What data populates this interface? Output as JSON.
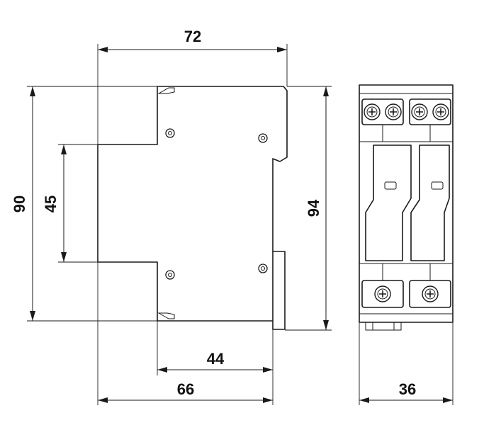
{
  "dimensions": {
    "top_width": "72",
    "left_height": "90",
    "inner_height": "45",
    "right_height": "94",
    "bottom_inner": "44",
    "bottom_outer": "66",
    "front_width": "36"
  },
  "colors": {
    "line": "#1a1a1a",
    "background": "#ffffff"
  }
}
